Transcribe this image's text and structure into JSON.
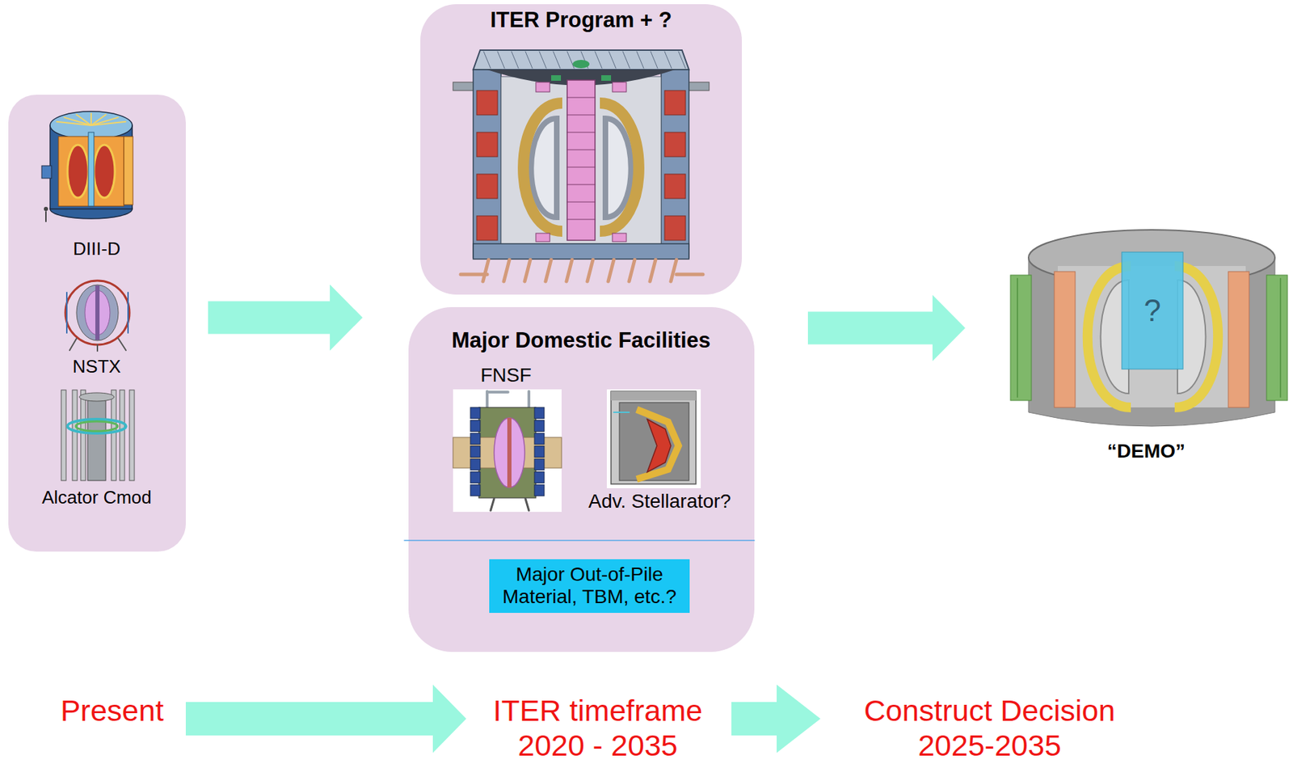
{
  "diagram": {
    "nodes": [
      {
        "text": [
          "DIII-D",
          "NSTX",
          "Alcator Cmod"
        ]
      },
      {
        "text": [
          "ITER Program + ?"
        ]
      },
      {
        "text": [
          "Major Domestic Facilities"
        ]
      },
      {
        "text": [
          "Major Out-of-Pile Material, TBM, etc.?"
        ],
        "in": 2
      },
      {
        "text": [
          "“DEMO”"
        ]
      }
    ],
    "edges": [
      {
        "from": 0,
        "to": 2,
        "arrow": "to"
      },
      {
        "from": 2,
        "to": 4,
        "arrow": "to"
      }
    ],
    "labels": [
      "FNSF",
      "Adv. Stellarator?",
      "?",
      "Present",
      "ITER timeframe",
      "2020 - 2035",
      "Construct Decision",
      "2025-2035"
    ]
  }
}
